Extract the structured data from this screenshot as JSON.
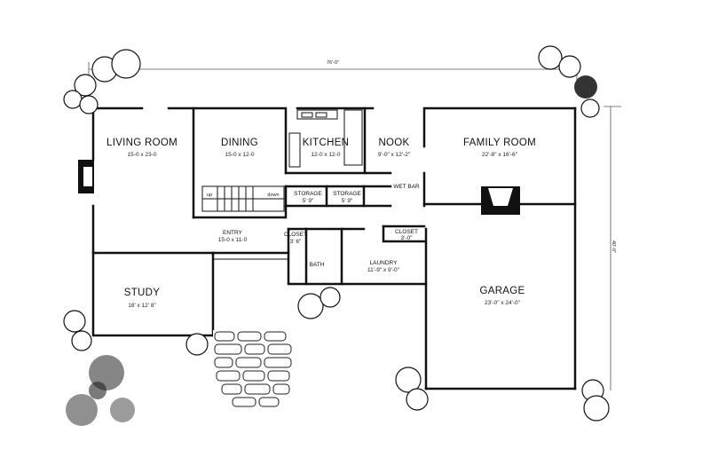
{
  "plan": {
    "overall_width": "76'-0\"",
    "overall_depth": "40'-0\"",
    "rooms": {
      "living": {
        "name": "LIVING ROOM",
        "dims": "15-0 x 23-0"
      },
      "dining": {
        "name": "DINING",
        "dims": "15-0 x 12-0"
      },
      "kitchen": {
        "name": "KITCHEN",
        "dims": "12-0 x 12-0"
      },
      "nook": {
        "name": "NOOK",
        "dims": "9'-0\" x 12'-2\""
      },
      "family": {
        "name": "FAMILY ROOM",
        "dims": "22'-8\" x 16'-6\""
      },
      "storage1": {
        "name": "STORAGE",
        "dims": "5' 9\""
      },
      "storage2": {
        "name": "STORAGE",
        "dims": "5' 9\""
      },
      "wetbar": {
        "name": "WET BAR"
      },
      "entry": {
        "name": "ENTRY",
        "dims": "15-0 x 11-0"
      },
      "closet1": {
        "name": "CLOSET",
        "dims": "3' 6\""
      },
      "closet2": {
        "name": "CLOSET",
        "dims": "3'-0\""
      },
      "bath": {
        "name": "BATH"
      },
      "laundry": {
        "name": "LAUNDRY",
        "dims": "11'-9\" x 9'-0\""
      },
      "study": {
        "name": "STUDY",
        "dims": "18' x 12' 8\""
      },
      "garage": {
        "name": "GARAGE",
        "dims": "23'-0\" x 24'-0\""
      }
    },
    "stairs": {
      "up": "up",
      "down": "down"
    }
  }
}
